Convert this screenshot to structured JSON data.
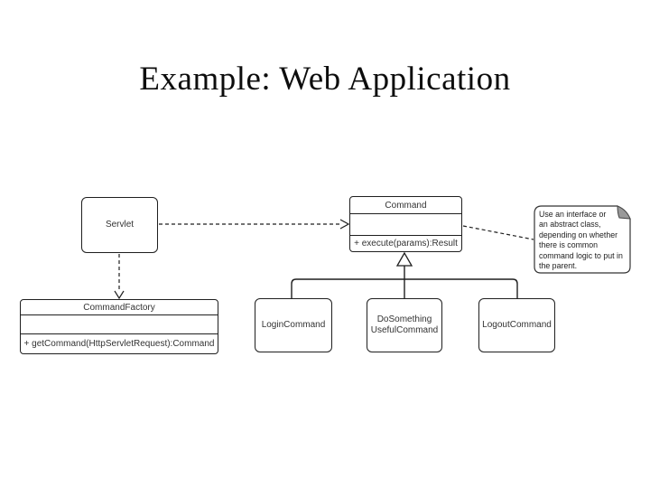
{
  "slide": {
    "title": "Example: Web Application"
  },
  "diagram": {
    "servlet": {
      "name": "Servlet"
    },
    "command": {
      "name": "Command",
      "method": "+ execute(params):Result"
    },
    "commandFactory": {
      "name": "CommandFactory",
      "method": "+ getCommand(HttpServletRequest):Command"
    },
    "loginCommand": {
      "name": "LoginCommand"
    },
    "doSomethingUsefulCommand": {
      "name_line1": "DoSomething",
      "name_line2": "UsefulCommand"
    },
    "logoutCommand": {
      "name": "LogoutCommand"
    },
    "note": {
      "lines": [
        "Use an interface or",
        "an abstract class,",
        "depending on whether",
        "there is common",
        "command logic to put in",
        "the parent."
      ]
    },
    "colors": {
      "line": "#1f1f1f",
      "note_fold": "#999999",
      "background": "#ffffff"
    }
  }
}
